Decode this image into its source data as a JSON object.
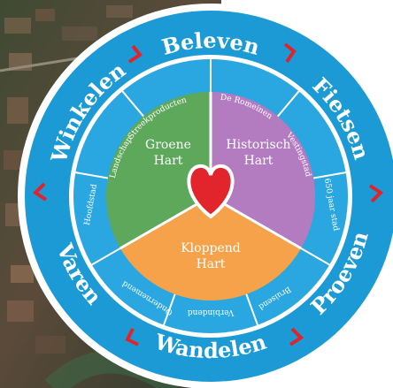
{
  "wheel": {
    "outer_labels": [
      "Beleven",
      "Fietsen",
      "Varen",
      "Wandelen",
      "Proeven",
      "Winkelen"
    ],
    "middle_labels": [
      "De Romeinen",
      "Vestingstad",
      "650 jaar stad",
      "Bruisend",
      "Verbindend",
      "Ondernemend",
      "Hoofdstad",
      "Landschap",
      "Streekproducten"
    ],
    "core": {
      "groene": [
        "Groene",
        "Hart"
      ],
      "historisch": [
        "Historisch",
        "Hart"
      ],
      "kloppend": [
        "Kloppend",
        "Hart"
      ]
    }
  },
  "colors": {
    "ring_blue": "#1b9ad6",
    "ring_blue_light": "#2aa6e0",
    "chevron_red": "#e0242b",
    "green": "#5ea85c",
    "purple": "#b37cc1",
    "orange": "#f5a24a",
    "heart": "#e2242d"
  },
  "icons": [
    "heart-icon",
    "chevron-icon"
  ]
}
